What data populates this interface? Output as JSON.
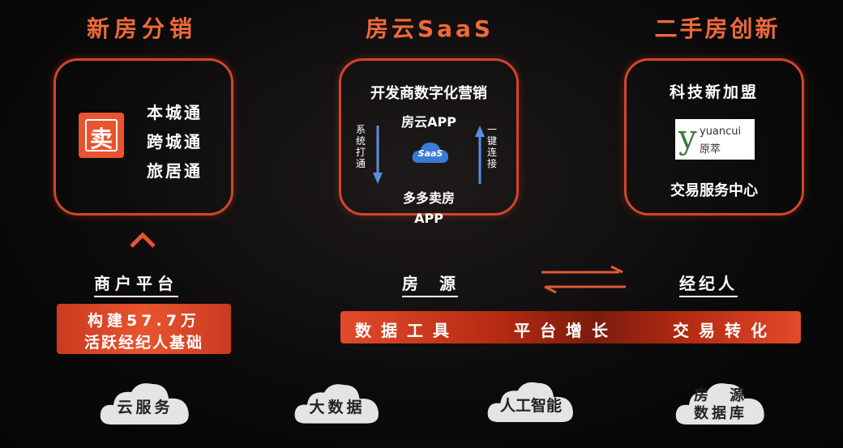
{
  "columns": {
    "left_title": "新房分销",
    "middle_title": "房云SaaS",
    "right_title": "二手房创新"
  },
  "left_box": {
    "logo_char": "卖",
    "items": [
      "本城通",
      "跨城通",
      "旅居通"
    ]
  },
  "middle_box": {
    "heading": "开发商数字化营销",
    "app_top": "房云APP",
    "saas_label": "SaaS",
    "app_bottom_1": "多多卖房",
    "app_bottom_2": "APP",
    "left_vertical": "系统打通",
    "right_vertical": "一键连接"
  },
  "right_box": {
    "heading": "科技新加盟",
    "logo_latin": "yuancui",
    "logo_cn": "原萃",
    "footer": "交易服务中心"
  },
  "labels": {
    "merchant_platform": "商户平台",
    "housing_source": "房　源",
    "agent": "经纪人"
  },
  "left_banner": {
    "line1": "构建57.7万",
    "line2": "活跃经纪人基础"
  },
  "wide_banner": {
    "items": [
      "数据工具",
      "平台增长",
      "交易转化"
    ]
  },
  "clouds": {
    "c1": "云服务",
    "c2": "大数据",
    "c3": "人工智能",
    "c4_line1": "房　源",
    "c4_line2": "数据库"
  },
  "colors": {
    "accent": "#ee6a3a",
    "border": "#d2452a",
    "arrow_blue": "#5a8fe0",
    "cloud_gray": "#e0e0e0"
  }
}
